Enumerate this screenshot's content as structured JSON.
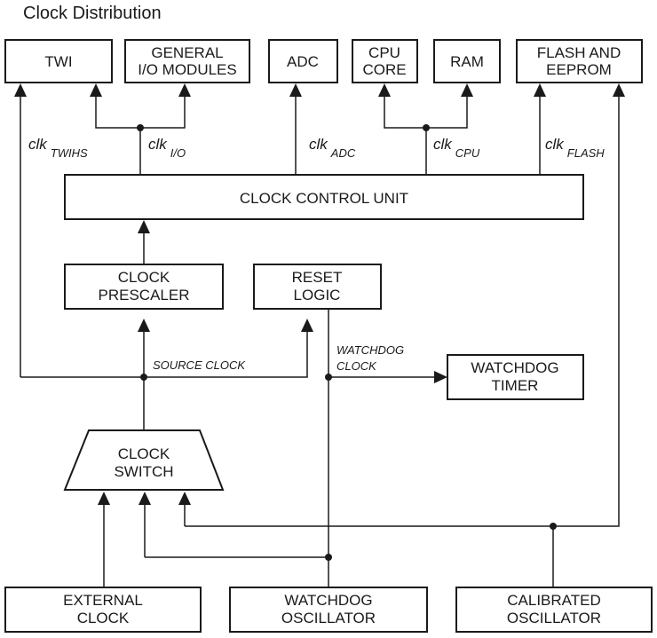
{
  "title": "Clock Distribution",
  "blocks": {
    "twi": [
      "TWI"
    ],
    "gpio": [
      "GENERAL",
      "I/O MODULES"
    ],
    "adc": [
      "ADC"
    ],
    "cpu": [
      "CPU",
      "CORE"
    ],
    "ram": [
      "RAM"
    ],
    "flash": [
      "FLASH AND",
      "EEPROM"
    ],
    "ccu": [
      "CLOCK CONTROL UNIT"
    ],
    "prescaler": [
      "CLOCK",
      "PRESCALER"
    ],
    "reset": [
      "RESET",
      "LOGIC"
    ],
    "wdt": [
      "WATCHDOG",
      "TIMER"
    ],
    "switch": [
      "CLOCK",
      "SWITCH"
    ],
    "ext": [
      "EXTERNAL",
      "CLOCK"
    ],
    "wdosc": [
      "WATCHDOG",
      "OSCILLATOR"
    ],
    "calosc": [
      "CALIBRATED",
      "OSCILLATOR"
    ]
  },
  "signals": {
    "clk_main": "clk",
    "twihs_sub": "TWIHS",
    "io_sub": "I/O",
    "adc_sub": "ADC",
    "cpu_sub": "CPU",
    "flash_sub": "FLASH",
    "source_clock": "SOURCE CLOCK",
    "watchdog_clock": [
      "WATCHDOG",
      "CLOCK"
    ]
  }
}
